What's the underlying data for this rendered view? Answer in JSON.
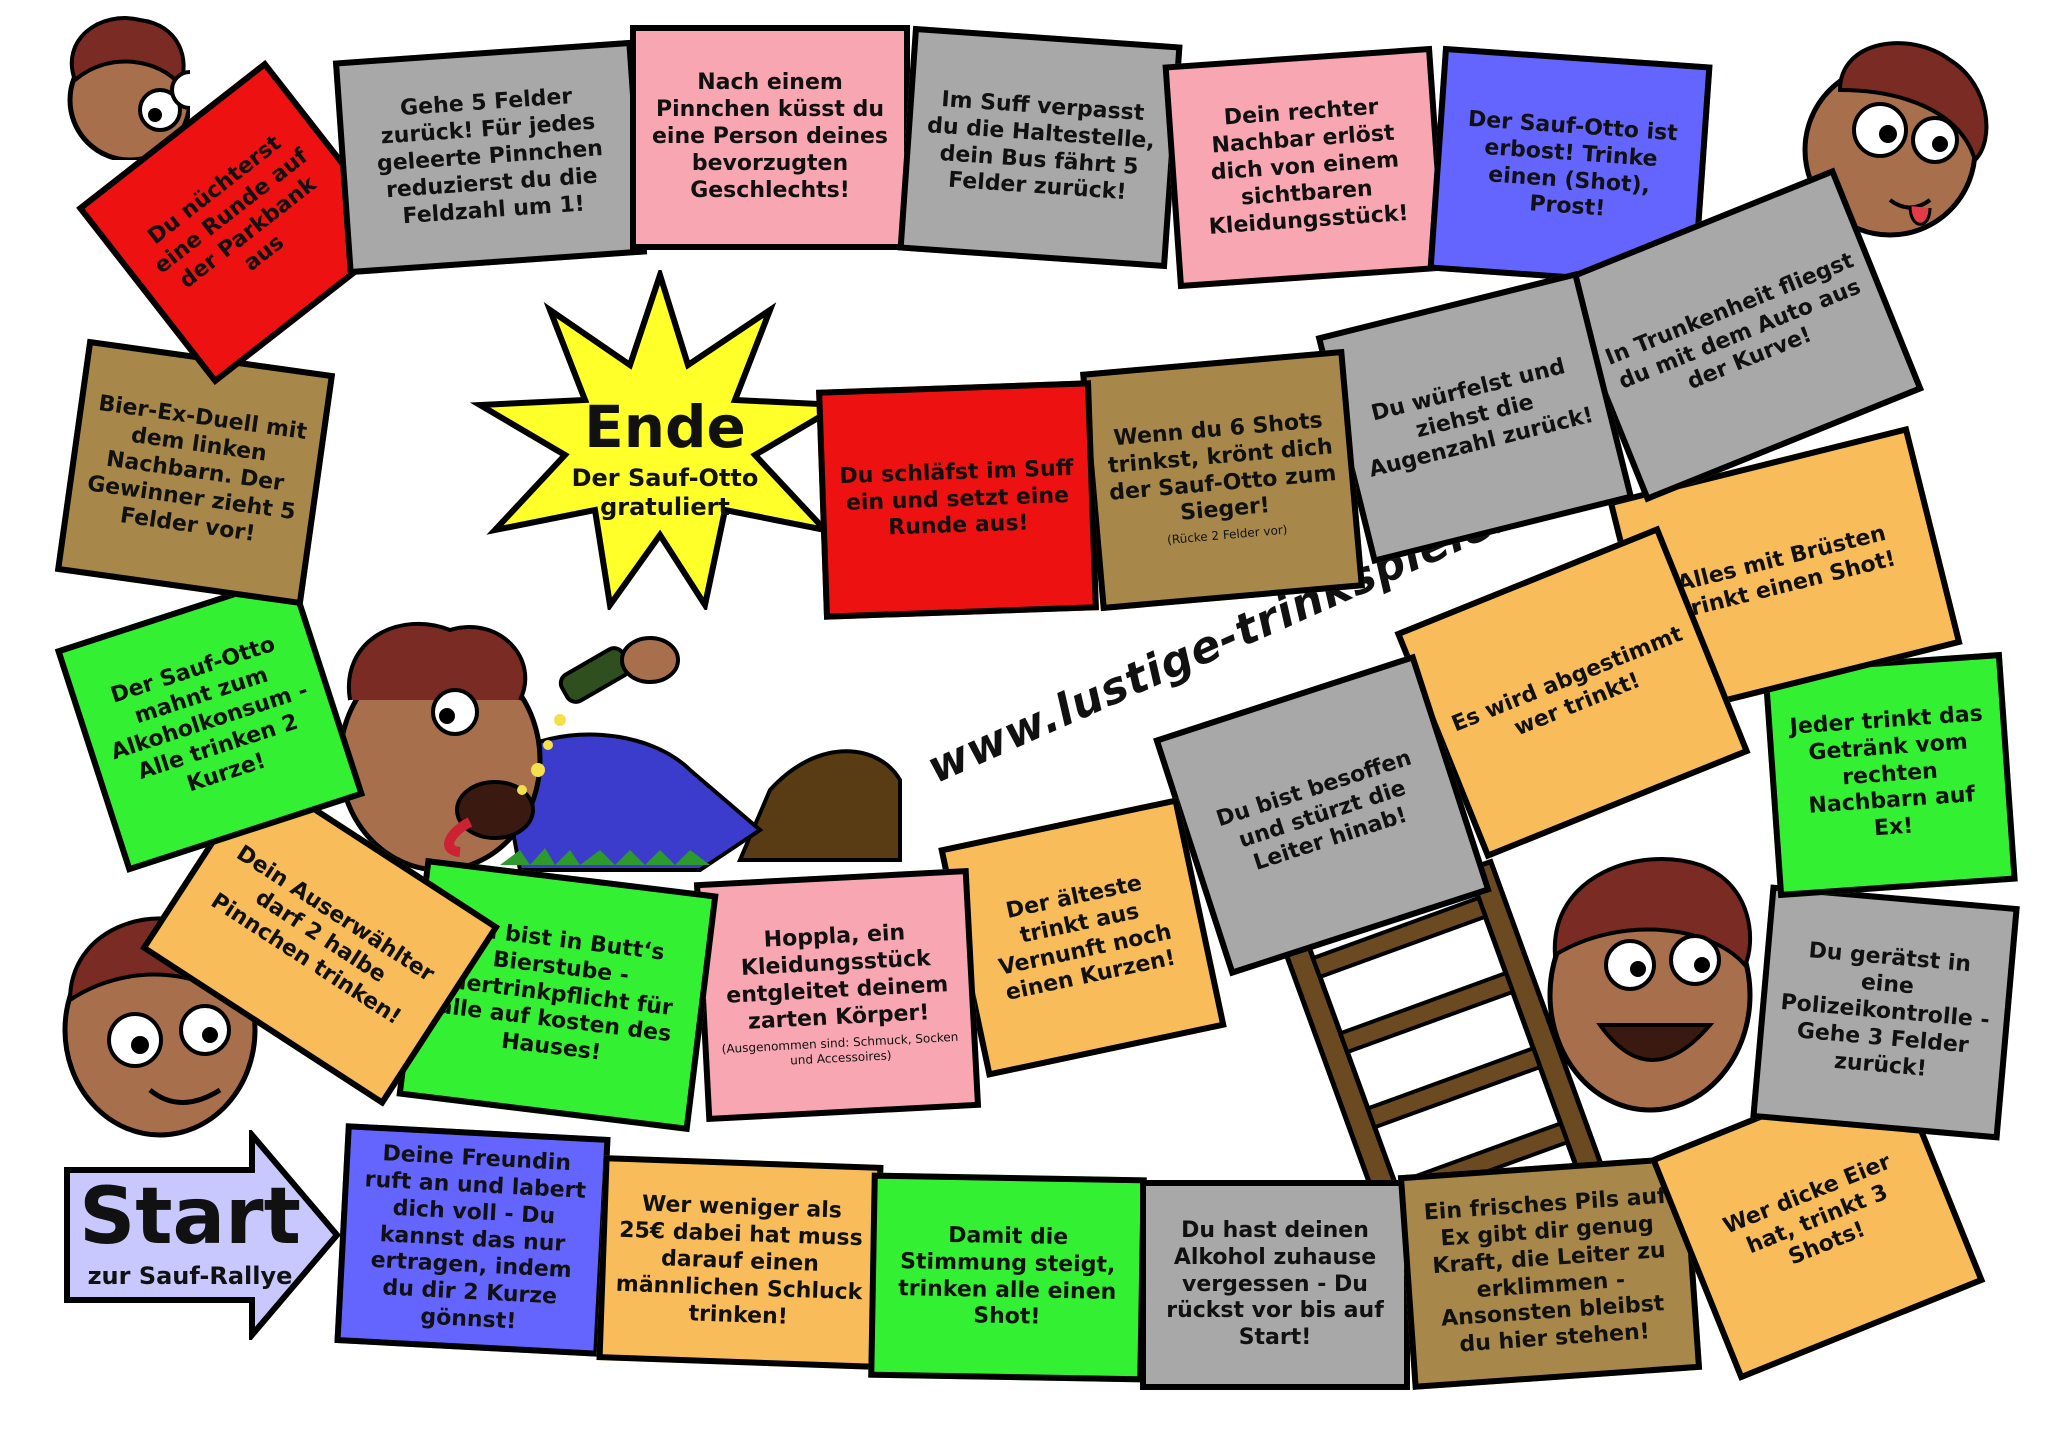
{
  "start": {
    "title": "Start",
    "subtitle": "zur Sauf-Rallye"
  },
  "ende": {
    "title": "Ende",
    "subtitle": "Der Sauf-Otto gratuliert"
  },
  "website": "www.lustige-trinkspiele.de",
  "colors": {
    "red": "#ee1111",
    "gray": "#a8a8a8",
    "pink": "#f7a6b2",
    "blue": "#6464ff",
    "brown": "#a7884a",
    "green": "#33f033",
    "orange": "#f8bd5a",
    "start_arrow": "#c8c8ff",
    "ende_burst": "#ffff2a"
  },
  "tiles": [
    {
      "name": "tile-freundin",
      "color": "blue",
      "text": "Deine Freundin ruft an und labert dich voll - Du kannst das nur ertragen, indem du dir 2 Kurze gönnst!"
    },
    {
      "name": "tile-weniger-25",
      "color": "orange",
      "text": "Wer weniger als 25€ dabei hat muss darauf einen männlichen Schluck trinken!"
    },
    {
      "name": "tile-stimmung",
      "color": "green",
      "text": "Damit die Stimmung steigt, trinken alle einen Shot!"
    },
    {
      "name": "tile-alkohol-zuhause",
      "color": "gray",
      "text": "Du hast deinen Alkohol zuhause vergessen - Du rückst vor bis auf Start!"
    },
    {
      "name": "tile-frisches-pils",
      "color": "brown",
      "text": "Ein frisches Pils auf Ex gibt dir genug Kraft, die Leiter zu erklimmen - Ansonsten bleibst du hier stehen!"
    },
    {
      "name": "tile-dicke-eier",
      "color": "orange",
      "text": "Wer dicke Eier hat, trinkt 3 Shots!"
    },
    {
      "name": "tile-polizeikontrolle",
      "color": "gray",
      "text": "Du gerätst in eine Polizeikontrolle - Gehe 3 Felder zurück!"
    },
    {
      "name": "tile-getraenk-nachbar",
      "color": "green",
      "text": "Jeder trinkt das Getränk vom rechten Nachbarn auf Ex!"
    },
    {
      "name": "tile-bruesten",
      "color": "orange",
      "text": "Alles mit Brüsten trinkt einen Shot!"
    },
    {
      "name": "tile-abgestimmt",
      "color": "orange",
      "text": "Es wird abgestimmt wer trinkt!"
    },
    {
      "name": "tile-leiter",
      "color": "gray",
      "text": "Du bist besoffen und stürzt die Leiter hinab!"
    },
    {
      "name": "tile-aelteste",
      "color": "orange",
      "text": "Der älteste trinkt aus Vernunft noch einen Kurzen!"
    },
    {
      "name": "tile-hoppla",
      "color": "pink",
      "text": "Hoppla, ein Kleidungsstück entgleitet deinem zarten Körper!",
      "note": "(Ausgenommen sind: Schmuck, Socken und Accessoires)"
    },
    {
      "name": "tile-bierstube",
      "color": "green",
      "text": "Du bist in Butt‘s Bierstube - Biertrinkpflicht für alle auf kosten des Hauses!"
    },
    {
      "name": "tile-auserwaehlter",
      "color": "orange",
      "text": "Dein Auserwählter darf 2 halbe Pinnchen trinken!"
    },
    {
      "name": "tile-alkoholkonsum",
      "color": "green",
      "text": "Der Sauf-Otto mahnt zum Alkoholkonsum - Alle trinken 2 Kurze!"
    },
    {
      "name": "tile-bier-ex-duell",
      "color": "brown",
      "text": "Bier-Ex-Duell mit dem linken Nachbarn. Der Gewinner zieht 5 Felder vor!"
    },
    {
      "name": "tile-parkbank",
      "color": "red",
      "text": "Du nüchterst eine Runde auf der Parkbank aus"
    },
    {
      "name": "tile-5-felder-zurueck",
      "color": "gray",
      "text": "Gehe 5 Felder zurück! Für jedes geleerte Pinnchen reduzierst du die Feldzahl um 1!"
    },
    {
      "name": "tile-pinnchen-kuss",
      "color": "pink",
      "text": "Nach einem Pinnchen küsst du eine Person deines bevorzugten Geschlechts!"
    },
    {
      "name": "tile-haltestelle",
      "color": "gray",
      "text": "Im Suff verpasst du die Haltestelle, dein Bus fährt 5 Felder zurück!"
    },
    {
      "name": "tile-rechter-nachbar",
      "color": "pink",
      "text": "Dein rechter Nachbar erlöst dich von einem sichtbaren Kleidungsstück!"
    },
    {
      "name": "tile-erbost",
      "color": "blue",
      "text": "Der Sauf-Otto ist erbost! Trinke einen (Shot), Prost!"
    },
    {
      "name": "tile-trunkenheit",
      "color": "gray",
      "text": "In Trunkenheit fliegst du mit dem Auto aus der Kurve!"
    },
    {
      "name": "tile-augenzahl",
      "color": "gray",
      "text": "Du würfelst und ziehst die Augenzahl zurück!"
    },
    {
      "name": "tile-6-shots",
      "color": "brown",
      "text": "Wenn du 6 Shots trinkst, krönt dich der Sauf-Otto zum Sieger!",
      "note": "(Rücke 2 Felder vor)"
    },
    {
      "name": "tile-schlaefst",
      "color": "red",
      "text": "Du schläfst im Suff ein und setzt eine Runde aus!"
    }
  ]
}
